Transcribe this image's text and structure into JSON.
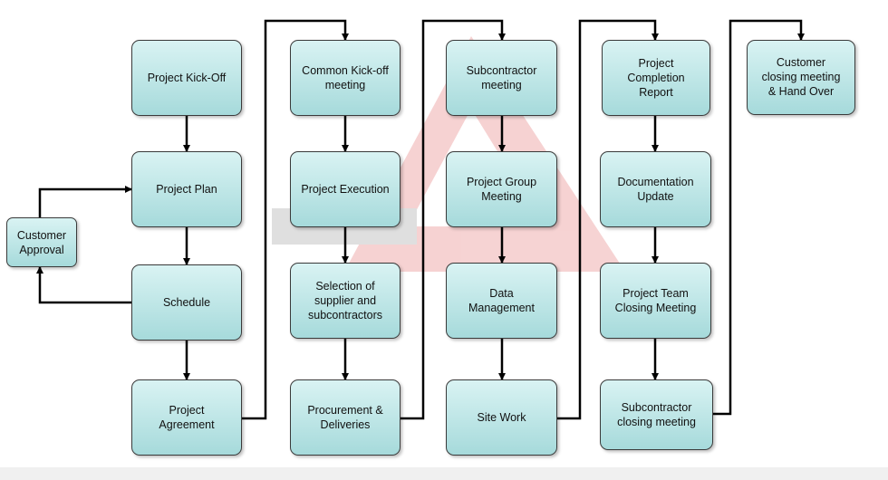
{
  "nodes": {
    "kickoff": "Project Kick-Off",
    "plan": "Project Plan",
    "schedule": "Schedule",
    "agreement": "Project\nAgreement",
    "customer_approval": "Customer\nApproval",
    "common_kickoff": "Common Kick-off\nmeeting",
    "execution": "Project Execution",
    "selection": "Selection of\nsupplier and\nsubcontractors",
    "procurement": "Procurement &\nDeliveries",
    "subcontractor_meeting": "Subcontractor\nmeeting",
    "group_meeting": "Project Group\nMeeting",
    "data_management": "Data\nManagement",
    "site_work": "Site Work",
    "completion_report": "Project\nCompletion\nReport",
    "documentation": "Documentation\nUpdate",
    "team_closing": "Project Team\nClosing Meeting",
    "subcontractor_closing": "Subcontractor\nclosing meeting",
    "customer_closing": "Customer\nclosing meeting\n& Hand Over"
  },
  "colors": {
    "box_fill_top": "#d9f3f3",
    "box_fill_bottom": "#a6dadb",
    "box_border": "#3a3a3a",
    "arrow": "#000000",
    "watermark": "#e8a0a0"
  }
}
